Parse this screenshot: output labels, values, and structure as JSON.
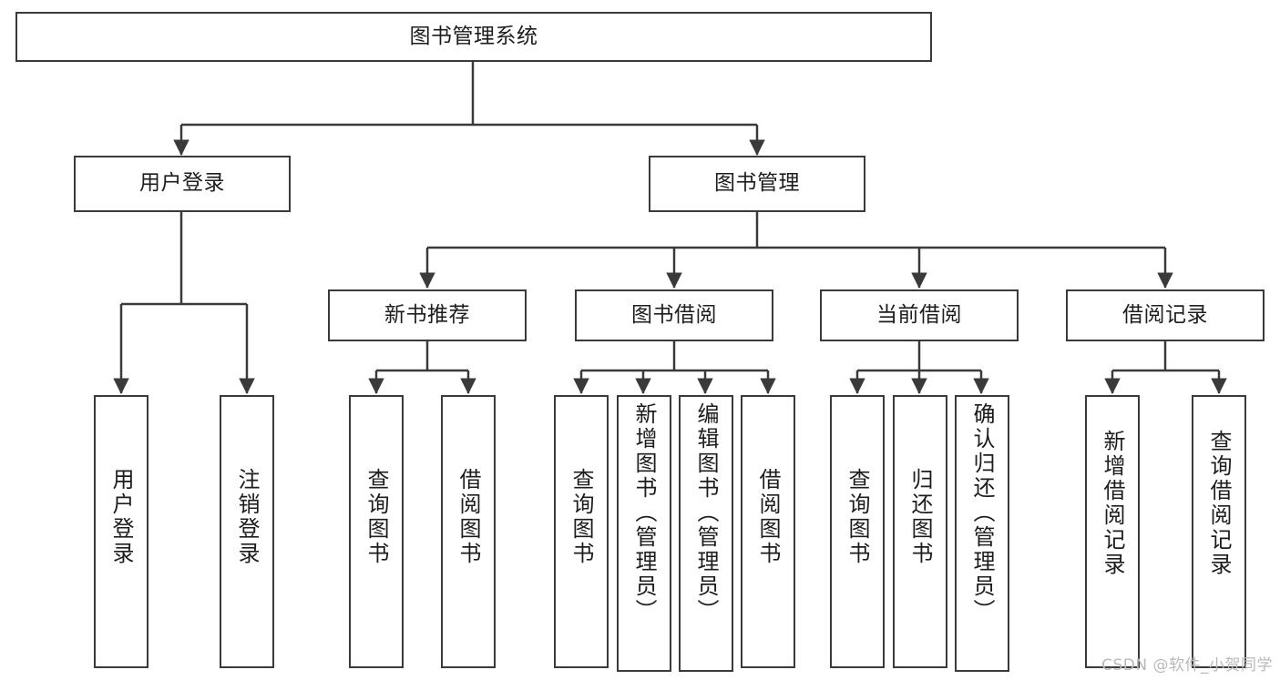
{
  "diagram": {
    "type": "hierarchy-tree",
    "title": "图书管理系统",
    "watermark": "CSDN @软件_小贺同学",
    "colors": {
      "stroke": "#3a3a3a",
      "fill": "#ffffff",
      "text": "#1d1d1d",
      "watermark": "#b9b9b9"
    },
    "nodes": {
      "root": {
        "label": "图书管理系统"
      },
      "level2": [
        {
          "id": "user-login",
          "label": "用户登录"
        },
        {
          "id": "book-management",
          "label": "图书管理"
        }
      ],
      "level3": [
        {
          "id": "new-book-recommend",
          "label": "新书推荐"
        },
        {
          "id": "book-borrow",
          "label": "图书借阅"
        },
        {
          "id": "current-borrow",
          "label": "当前借阅"
        },
        {
          "id": "borrow-record",
          "label": "借阅记录"
        }
      ],
      "leaves": {
        "user_login": [
          {
            "id": "leaf-user-login",
            "label": "用户登录"
          },
          {
            "id": "leaf-logout-login",
            "label": "注销登录"
          }
        ],
        "new_book_recommend": [
          {
            "id": "leaf-query-book-1",
            "label": "查询图书"
          },
          {
            "id": "leaf-borrow-book-1",
            "label": "借阅图书"
          }
        ],
        "book_borrow": [
          {
            "id": "leaf-query-book-2",
            "label": "查询图书"
          },
          {
            "id": "leaf-add-book",
            "label": "新增图书（管理员）"
          },
          {
            "id": "leaf-edit-book",
            "label": "编辑图书（管理员）"
          },
          {
            "id": "leaf-borrow-book-2",
            "label": "借阅图书"
          }
        ],
        "current_borrow": [
          {
            "id": "leaf-query-book-3",
            "label": "查询图书"
          },
          {
            "id": "leaf-return-book",
            "label": "归还图书"
          },
          {
            "id": "leaf-confirm-return",
            "label": "确认归还（管理员）"
          }
        ],
        "borrow_record": [
          {
            "id": "leaf-add-record",
            "label": "新增借阅记录"
          },
          {
            "id": "leaf-query-record",
            "label": "查询借阅记录"
          }
        ]
      }
    }
  }
}
